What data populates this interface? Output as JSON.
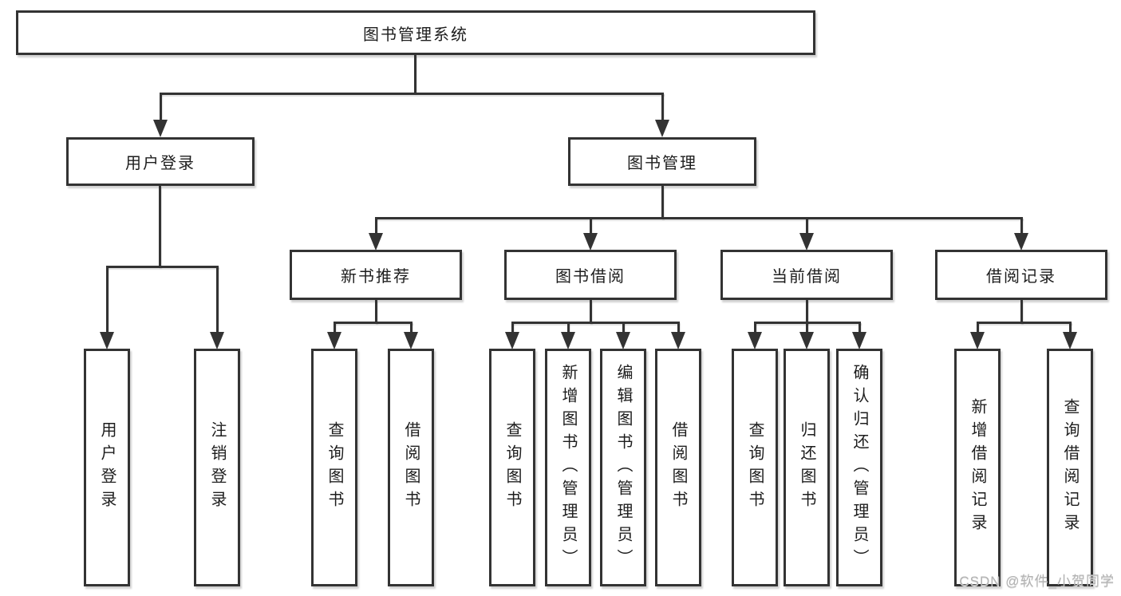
{
  "diagram": {
    "root": "图书管理系统",
    "branches": [
      {
        "label": "用户登录",
        "children": [
          "用户登录",
          "注销登录"
        ]
      },
      {
        "label": "图书管理",
        "groups": [
          {
            "label": "新书推荐",
            "children": [
              "查询图书",
              "借阅图书"
            ]
          },
          {
            "label": "图书借阅",
            "children": [
              "查询图书",
              "新增图书（管理员）",
              "编辑图书（管理员）",
              "借阅图书"
            ]
          },
          {
            "label": "当前借阅",
            "children": [
              "查询图书",
              "归还图书",
              "确认归还（管理员）"
            ]
          },
          {
            "label": "借阅记录",
            "children": [
              "新增借阅记录",
              "查询借阅记录"
            ]
          }
        ]
      }
    ]
  },
  "colors": {
    "line": "#333333",
    "text": "#1d1d1d",
    "box_background": "#ffffff",
    "watermark": "#b3b3b3"
  },
  "watermark": "CSDN @软件_小贺同学"
}
